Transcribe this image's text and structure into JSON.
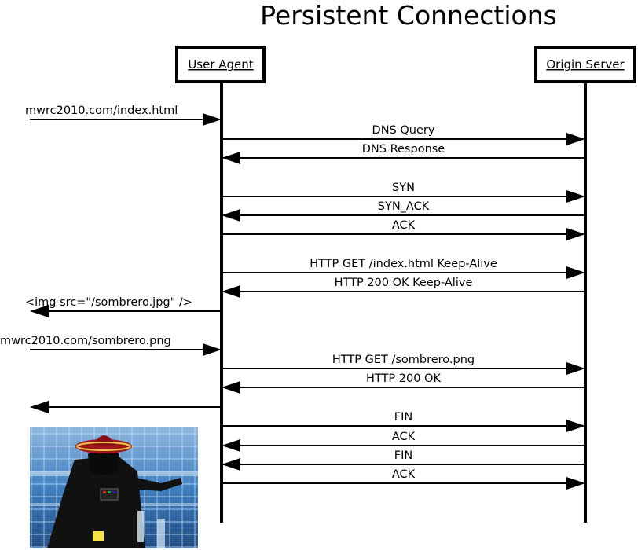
{
  "title": "Persistent Connections",
  "actors": [
    {
      "id": "user-agent",
      "label": "User Agent"
    },
    {
      "id": "origin-server",
      "label": "Origin Server"
    }
  ],
  "messages": [
    {
      "from": "external",
      "to": "user-agent",
      "label": "mwrc2010.com/index.html"
    },
    {
      "from": "user-agent",
      "to": "origin-server",
      "label": "DNS Query"
    },
    {
      "from": "origin-server",
      "to": "user-agent",
      "label": "DNS Response"
    },
    {
      "from": "user-agent",
      "to": "origin-server",
      "label": "SYN"
    },
    {
      "from": "origin-server",
      "to": "user-agent",
      "label": "SYN_ACK"
    },
    {
      "from": "user-agent",
      "to": "origin-server",
      "label": "ACK"
    },
    {
      "from": "user-agent",
      "to": "origin-server",
      "label": "HTTP GET /index.html Keep-Alive"
    },
    {
      "from": "origin-server",
      "to": "user-agent",
      "label": "HTTP 200 OK Keep-Alive"
    },
    {
      "from": "user-agent",
      "to": "external",
      "label": "<img src=\"/sombrero.jpg\" />"
    },
    {
      "from": "external",
      "to": "user-agent",
      "label": "mwrc2010.com/sombrero.png"
    },
    {
      "from": "user-agent",
      "to": "origin-server",
      "label": "HTTP GET /sombrero.png"
    },
    {
      "from": "origin-server",
      "to": "user-agent",
      "label": "HTTP 200 OK"
    },
    {
      "from": "user-agent",
      "to": "external",
      "label": ""
    },
    {
      "from": "user-agent",
      "to": "origin-server",
      "label": "FIN"
    },
    {
      "from": "origin-server",
      "to": "user-agent",
      "label": "ACK"
    },
    {
      "from": "origin-server",
      "to": "user-agent",
      "label": "FIN"
    },
    {
      "from": "user-agent",
      "to": "origin-server",
      "label": "ACK"
    }
  ],
  "image": {
    "subject": "darth-vader-sombrero-picture"
  }
}
